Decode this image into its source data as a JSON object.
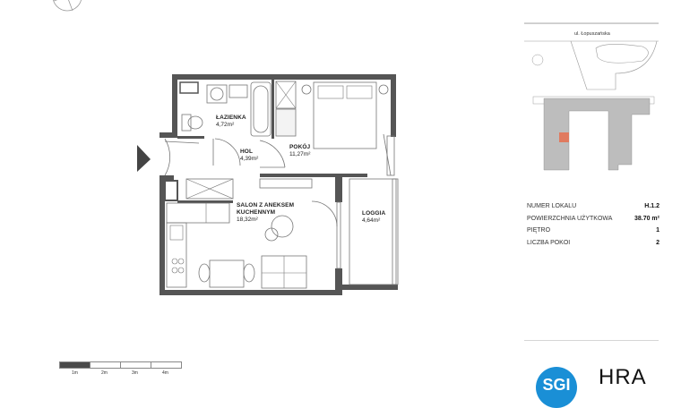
{
  "apartment": {
    "rooms": [
      {
        "name": "ŁAZIENKA",
        "area": "4,72m²"
      },
      {
        "name": "HOL",
        "area": "4,39m²"
      },
      {
        "name": "POKÓJ",
        "area": "11,27m²"
      },
      {
        "name": "SALON Z ANEKSEM KUCHENNYM",
        "name_line1": "SALON Z ANEKSEM",
        "name_line2": "KUCHENNYM",
        "area": "18,32m²"
      },
      {
        "name": "LOGGIA",
        "area": "4,64m²"
      }
    ],
    "entrance_icon": "entrance-arrow-icon"
  },
  "site_plan": {
    "street": "ul. Łopuszańska",
    "highlight_color": "#e07a5f",
    "building_color": "#bdbdbd"
  },
  "info": {
    "rows": [
      {
        "label": "NUMER LOKALU",
        "value": "H.1.2"
      },
      {
        "label": "POWIERZCHNIA UŻYTKOWA",
        "value": "38.70 m²"
      },
      {
        "label": "PIĘTRO",
        "value": "1"
      },
      {
        "label": "LICZBA POKOI",
        "value": "2"
      }
    ]
  },
  "scale_bar": {
    "labels": [
      "1m",
      "2m",
      "3m",
      "4m"
    ]
  },
  "logos": {
    "left": "SGI",
    "right": "HRA"
  },
  "colors": {
    "wall": "#555555",
    "accent_blue": "#1a8fd6",
    "highlight": "#e07a5f"
  }
}
